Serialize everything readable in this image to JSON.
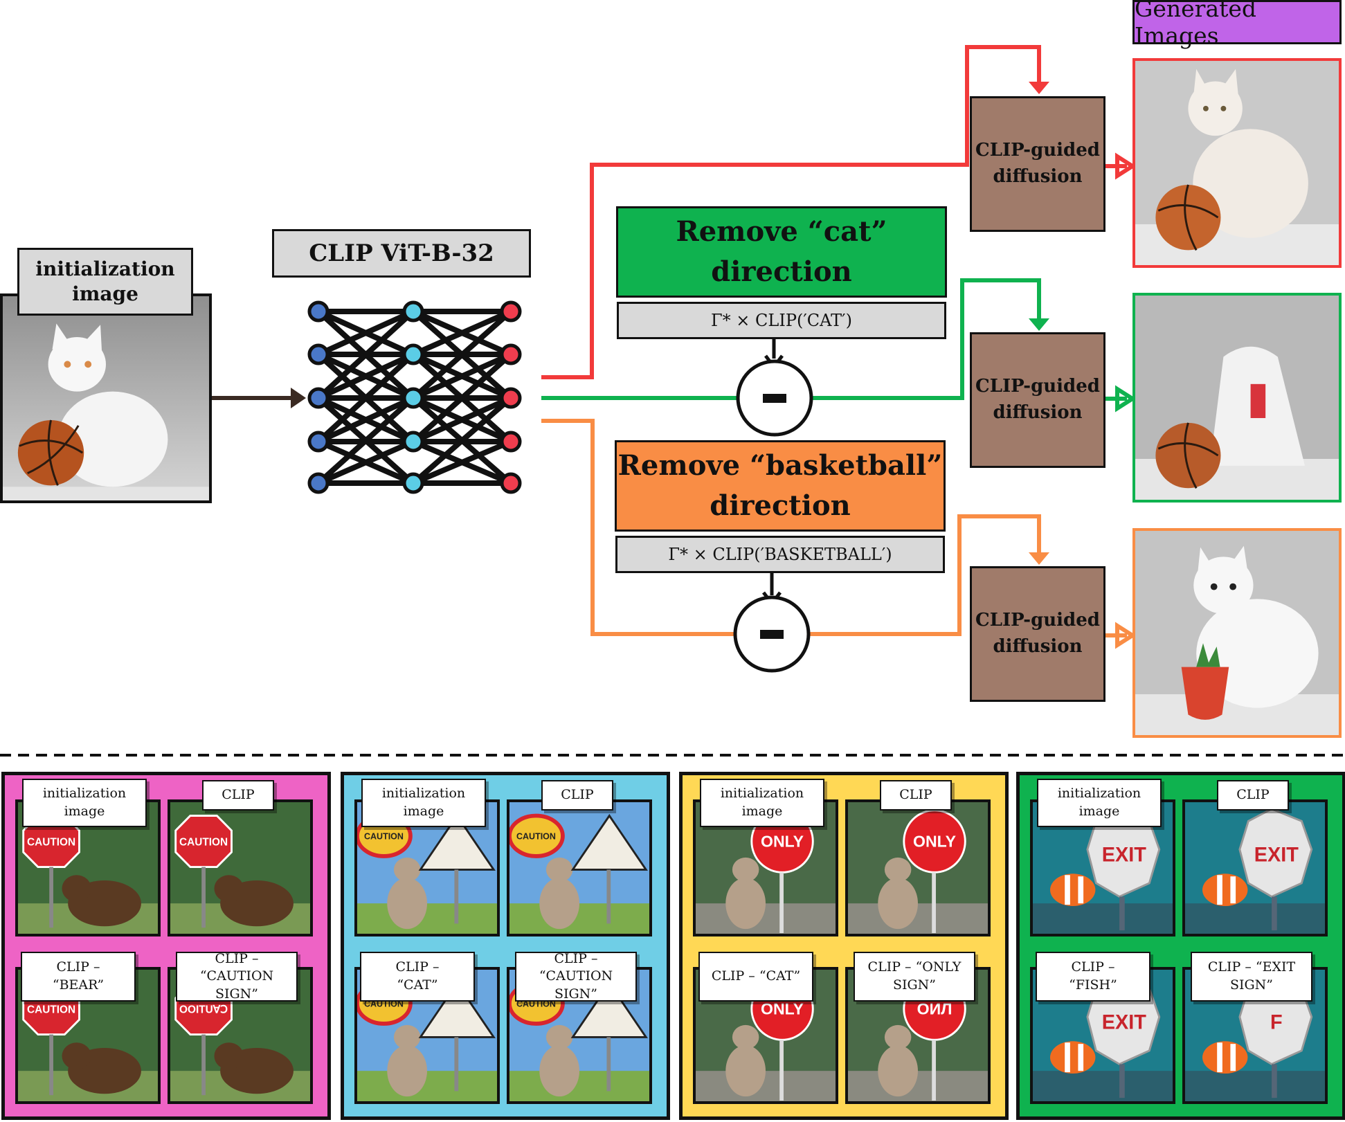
{
  "input": {
    "label": "initialization image",
    "label_line1": "initialization",
    "label_line2": "image"
  },
  "model": {
    "label": "CLIP ViT-B-32"
  },
  "branches": {
    "cat": {
      "title_line1": "Remove “cat”",
      "title_line2": "direction",
      "formula": "Γ* × CLIP(′CAT′)",
      "operator": "−",
      "color": "#0fb24f"
    },
    "basketball": {
      "title_line1": "Remove “basketball”",
      "title_line2": "direction",
      "formula": "Γ* × CLIP(′BASKETBALL′)",
      "operator": "−",
      "color": "#f98d45"
    },
    "original_color": "#f23a3a"
  },
  "diffusion": {
    "label_line1": "CLIP-guided",
    "label_line2": "diffusion"
  },
  "output": {
    "header": "Generated Images",
    "header_color": "#c064e8"
  },
  "panels": [
    {
      "color": "#ee63c5",
      "labels": {
        "init_line1": "initialization",
        "init_line2": "image",
        "clip": "CLIP",
        "minus_obj_line1": "CLIP –",
        "minus_obj_line2": "“BEAR”",
        "minus_sign_line1": "CLIP – “CAUTION",
        "minus_sign_line2": "SIGN”"
      },
      "sign_text": [
        "CAUTION",
        "CAUTION",
        "CAUTION",
        "OOITU∀Ↄ"
      ],
      "subject": "bear"
    },
    {
      "color": "#6fcee6",
      "labels": {
        "init_line1": "initialization",
        "init_line2": "image",
        "clip": "CLIP",
        "minus_obj_line1": "CLIP –",
        "minus_obj_line2": "“CAT”",
        "minus_sign_line1": "CLIP – “CAUTION",
        "minus_sign_line2": "SIGN”"
      },
      "sign_text": [
        "CAUTION",
        "CAUTION",
        "CAUTION",
        "CAUTION"
      ],
      "subject": "cat"
    },
    {
      "color": "#ffd855",
      "labels": {
        "init_line1": "initialization",
        "init_line2": "image",
        "clip": "CLIP",
        "minus_obj_line1": "CLIP – “CAT”",
        "minus_obj_line2": "",
        "minus_sign_line1": "CLIP – “ONLY",
        "minus_sign_line2": "SIGN”"
      },
      "sign_text": [
        "ONLY",
        "ONLY",
        "ONLY",
        "ОИЛ"
      ],
      "subject": "cat"
    },
    {
      "color": "#0fb24f",
      "labels": {
        "init_line1": "initialization",
        "init_line2": "image",
        "clip": "CLIP",
        "minus_obj_line1": "CLIP –",
        "minus_obj_line2": "“FISH”",
        "minus_sign_line1": "CLIP – “EXIT SIGN”",
        "minus_sign_line2": ""
      },
      "sign_text": [
        "EXIT",
        "EXIT",
        "EXIT",
        "F"
      ],
      "subject": "fish"
    }
  ]
}
